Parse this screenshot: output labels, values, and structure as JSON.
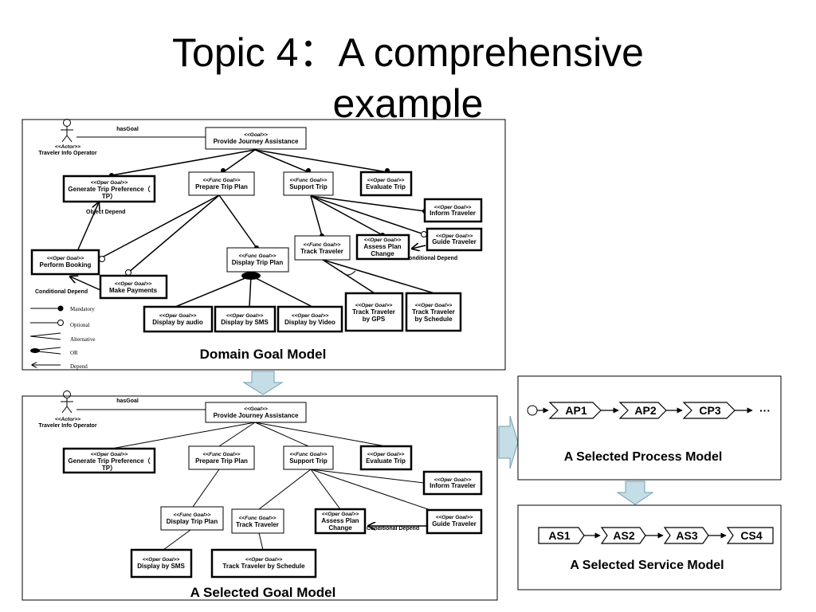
{
  "title": {
    "line1": "Topic 4：A comprehensive",
    "line2": "example"
  },
  "legend": {
    "mandatory": "Mandatory",
    "optional": "Optional",
    "alternative": "Alternative",
    "or": "OR",
    "depend": "Depend"
  },
  "domain": {
    "caption": "Domain Goal Model",
    "actor_stereo": "<<Actor>>",
    "actor_name": "Traveler Info Operator",
    "has_goal": "hasGoal",
    "object_depend": "Object Depend",
    "conditional_depend_1": "Conditional Depend",
    "conditional_depend_2": "Conditional Depend",
    "goals": {
      "provide": {
        "stereo": "<<Goal>>",
        "name": "Provide Journey Assistance"
      },
      "generate": {
        "stereo": "<<Oper Goal>>",
        "name1": "Generate Trip Preference（",
        "name2": "TP）"
      },
      "prepare": {
        "stereo": "<<Func Goal>>",
        "name": "Prepare Trip Plan"
      },
      "support": {
        "stereo": "<<Func Goal>>",
        "name": "Support Trip"
      },
      "evaluate": {
        "stereo": "<<Oper Goal>>",
        "name": "Evaluate Trip"
      },
      "inform": {
        "stereo": "<<Oper Goal>>",
        "name": "Inform Traveler"
      },
      "guide": {
        "stereo": "<<Oper Goal>>",
        "name": "Guide Traveler"
      },
      "assess": {
        "stereo": "<<Oper Goal>>",
        "name1": "Assess Plan",
        "name2": "Change"
      },
      "track": {
        "stereo": "<<Func Goal>>",
        "name": "Track Traveler"
      },
      "perform": {
        "stereo": "<<Oper Goal>>",
        "name": "Perform Booking"
      },
      "payments": {
        "stereo": "<<Oper Goal>>",
        "name": "Make Payments"
      },
      "display": {
        "stereo": "<<Func Goal>>",
        "name": "Display Trip Plan"
      },
      "audio": {
        "stereo": "<<Oper Goal>>",
        "name": "Display by audio"
      },
      "sms": {
        "stereo": "<<Oper Goal>>",
        "name": "Display by SMS"
      },
      "video": {
        "stereo": "<<Oper Goal>>",
        "name": "Display by Video"
      },
      "gps": {
        "stereo": "<<Oper Goal>>",
        "name1": "Track Traveler",
        "name2": "by GPS"
      },
      "schedule": {
        "stereo": "<<Oper Goal>>",
        "name1": "Track Traveler",
        "name2": "by Schedule"
      }
    }
  },
  "selected": {
    "caption": "A Selected Goal Model",
    "actor_stereo": "<<Actor>>",
    "actor_name": "Traveler Info Operator",
    "has_goal": "hasGoal",
    "conditional_depend": "Conditional Depend",
    "goals": {
      "provide": {
        "stereo": "<<Goal>>",
        "name": "Provide Journey Assistance"
      },
      "generate": {
        "stereo": "<<Oper Goal>>",
        "name1": "Generate Trip Preference（",
        "name2": "TP）"
      },
      "prepare": {
        "stereo": "<<Func Goal>>",
        "name": "Prepare Trip Plan"
      },
      "support": {
        "stereo": "<<Func Goal>>",
        "name": "Support Trip"
      },
      "evaluate": {
        "stereo": "<<Oper Goal>>",
        "name": "Evaluate Trip"
      },
      "inform": {
        "stereo": "<<Oper Goal>>",
        "name": "Inform Traveler"
      },
      "display": {
        "stereo": "<<Func Goal>>",
        "name": "Display Trip Plan"
      },
      "track": {
        "stereo": "<<Func Goal>>",
        "name": "Track Traveler"
      },
      "assess": {
        "stereo": "<<Oper Goal>>",
        "name1": "Assess Plan",
        "name2": "Change"
      },
      "guide": {
        "stereo": "<<Oper Goal>>",
        "name": "Guide Traveler"
      },
      "sms": {
        "stereo": "<<Oper Goal>>",
        "name": "Display by SMS"
      },
      "schedule": {
        "stereo": "<<Oper Goal>>",
        "name": "Track Traveler by Schedule"
      }
    }
  },
  "process": {
    "caption": "A Selected Process Model",
    "steps": [
      "AP1",
      "AP2",
      "CP3"
    ],
    "ellipsis": "···"
  },
  "service": {
    "caption": "A Selected Service Model",
    "steps": [
      "AS1",
      "AS2",
      "AS3",
      "CS4"
    ]
  },
  "colors": {
    "arrow_fill": "#c5dde6",
    "arrow_stroke": "#6f9fb0"
  }
}
